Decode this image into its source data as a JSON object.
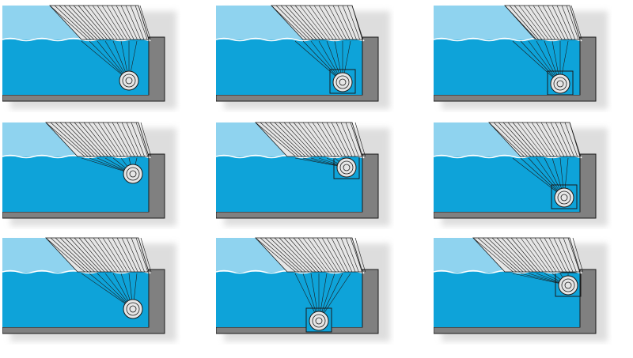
{
  "colors": {
    "surface_water": "#8fd3ef",
    "deep_water": "#0ea3d9",
    "wall": "#808080",
    "shadow": "#c8c8c8",
    "slat": "#e6e6e6",
    "outline": "#1a1a1a"
  },
  "panels": [
    {
      "id": "p1",
      "cover_start": 60,
      "roller": [
        160,
        100
      ],
      "pit": false
    },
    {
      "id": "p2",
      "cover_start": 70,
      "roller": [
        160,
        102
      ],
      "pit": true
    },
    {
      "id": "p3",
      "cover_start": 90,
      "roller": [
        160,
        104
      ],
      "pit": true
    },
    {
      "id": "p4",
      "cover_start": 55,
      "roller": [
        165,
        70
      ],
      "pit": false
    },
    {
      "id": "p5",
      "cover_start": 50,
      "roller": [
        165,
        62
      ],
      "pit": true
    },
    {
      "id": "p6",
      "cover_start": 70,
      "roller": [
        165,
        100
      ],
      "pit": true
    },
    {
      "id": "p7",
      "cover_start": 55,
      "roller": [
        165,
        95
      ],
      "pit": false
    },
    {
      "id": "p8",
      "cover_start": 50,
      "roller": [
        130,
        110
      ],
      "pit": true
    },
    {
      "id": "p9",
      "cover_start": 50,
      "roller": [
        170,
        65
      ],
      "pit": true
    }
  ]
}
